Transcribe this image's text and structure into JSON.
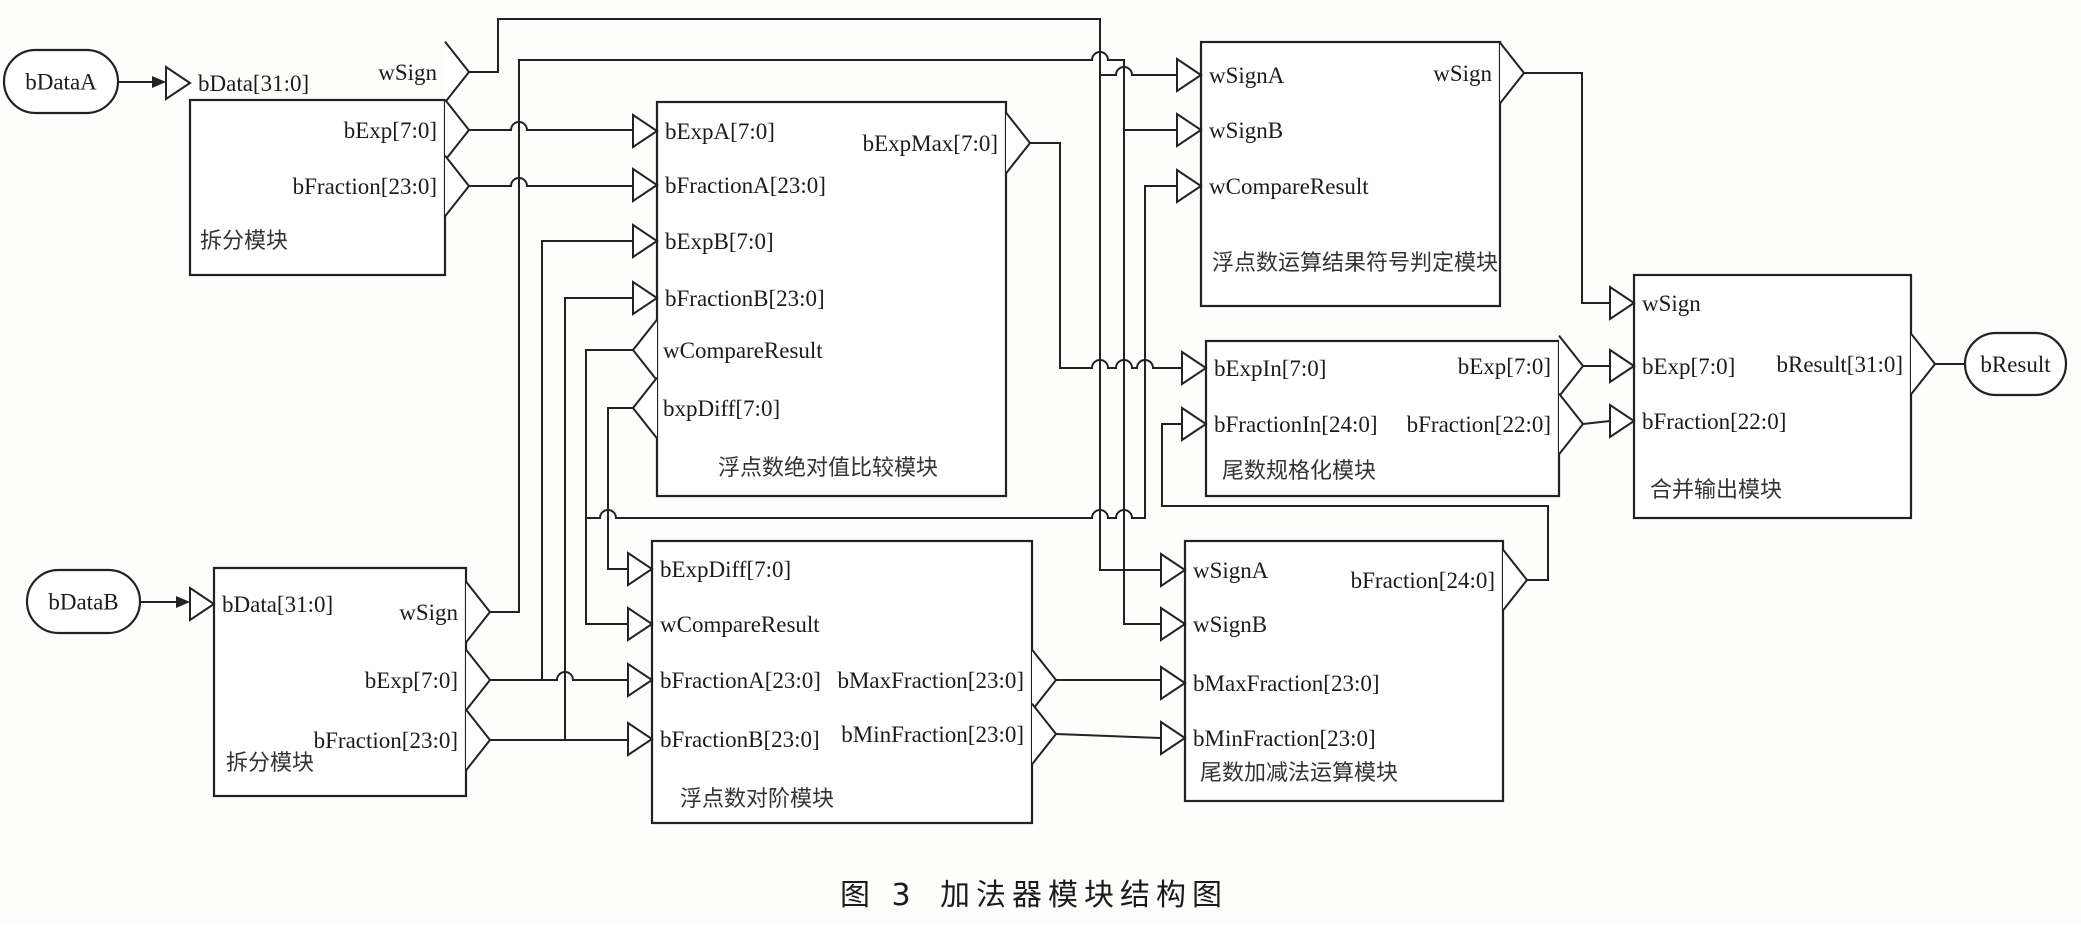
{
  "figure": {
    "caption_number": "图 3",
    "caption_text": "加法器模块结构图"
  },
  "terminals": {
    "input_a": "bDataA",
    "input_b": "bDataB",
    "output": "bResult"
  },
  "modules": {
    "split_a": {
      "title": "拆分模块",
      "inputs": [
        "bData[31:0]"
      ],
      "outputs": [
        "wSign",
        "bExp[7:0]",
        "bFraction[23:0]"
      ]
    },
    "split_b": {
      "title": "拆分模块",
      "inputs": [
        "bData[31:0]"
      ],
      "outputs": [
        "wSign",
        "bExp[7:0]",
        "bFraction[23:0]"
      ]
    },
    "compare": {
      "title": "浮点数绝对值比较模块",
      "inputs": [
        "bExpA[7:0]",
        "bFractionA[23:0]",
        "bExpB[7:0]",
        "bFractionB[23:0]"
      ],
      "left_outputs": [
        "wCompareResult",
        "bxpDiff[7:0]"
      ],
      "outputs": [
        "bExpMax[7:0]"
      ]
    },
    "align": {
      "title": "浮点数对阶模块",
      "inputs": [
        "bExpDiff[7:0]",
        "wCompareResult",
        "bFractionA[23:0]",
        "bFractionB[23:0]"
      ],
      "outputs": [
        "bMaxFraction[23:0]",
        "bMinFraction[23:0]"
      ]
    },
    "sign": {
      "title": "浮点数运算结果符号判定模块",
      "inputs": [
        "wSignA",
        "wSignB",
        "wCompareResult"
      ],
      "outputs": [
        "wSign"
      ]
    },
    "normalize": {
      "title": "尾数规格化模块",
      "inputs": [
        "bExpIn[7:0]",
        "bFractionIn[24:0]"
      ],
      "outputs": [
        "bExp[7:0]",
        "bFraction[22:0]"
      ]
    },
    "addsub": {
      "title": "尾数加减法运算模块",
      "inputs": [
        "wSignA",
        "wSignB",
        "bMaxFraction[23:0]",
        "bMinFraction[23:0]"
      ],
      "outputs": [
        "bFraction[24:0]"
      ]
    },
    "merge": {
      "title": "合并输出模块",
      "inputs": [
        "wSign",
        "bExp[7:0]",
        "bFraction[22:0]"
      ],
      "outputs": [
        "bResult[31:0]"
      ]
    }
  }
}
